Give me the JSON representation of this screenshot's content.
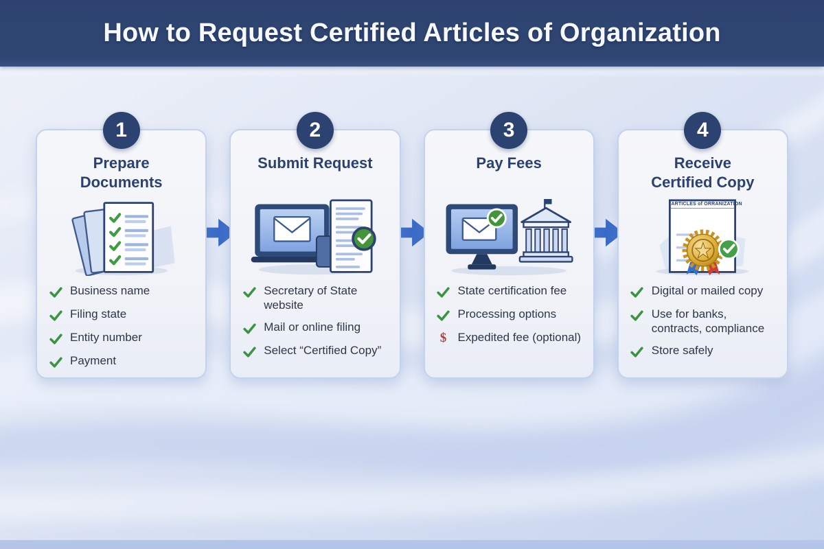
{
  "header": {
    "title": "How to Request Certified Articles of Organization"
  },
  "icons": {
    "dollar": "$"
  },
  "steps": [
    {
      "number": "1",
      "title_lines": [
        "Prepare",
        "Documents"
      ],
      "icon": "documents-checklist",
      "items": [
        {
          "icon": "check",
          "text": "Business name"
        },
        {
          "icon": "check",
          "text": "Filing state"
        },
        {
          "icon": "check",
          "text": "Entity number"
        },
        {
          "icon": "check",
          "text": "Payment"
        }
      ]
    },
    {
      "number": "2",
      "title_lines": [
        "Submit Request"
      ],
      "icon": "laptop-email-document",
      "items": [
        {
          "icon": "check",
          "text": "Secretary of State website"
        },
        {
          "icon": "check",
          "text": "Mail or online filing"
        },
        {
          "icon": "check",
          "text": "Select “Certified Copy”"
        }
      ]
    },
    {
      "number": "3",
      "title_lines": [
        "Pay Fees"
      ],
      "icon": "monitor-email-bank",
      "items": [
        {
          "icon": "check",
          "text": "State certification fee"
        },
        {
          "icon": "check",
          "text": "Processing options"
        },
        {
          "icon": "dollar",
          "text": "Expedited fee (optional)"
        }
      ]
    },
    {
      "number": "4",
      "title_lines": [
        "Receive",
        "Certified Copy"
      ],
      "icon": "certificate-gold-seal",
      "certificate_label": "ARTICLES of ORRANIZATION",
      "items": [
        {
          "icon": "check",
          "text": "Digital or mailed copy"
        },
        {
          "icon": "check",
          "text": "Use for banks, contracts, compliance"
        },
        {
          "icon": "check",
          "text": "Store safely"
        }
      ]
    }
  ],
  "colors": {
    "header_navy": "#2e4370",
    "card_border": "#c3d2ee",
    "accent_arrow_blue": "#3a6cc8",
    "check_green": "#3b9440",
    "dollar_red": "#b93a3a",
    "seal_gold": "#d9a427"
  }
}
